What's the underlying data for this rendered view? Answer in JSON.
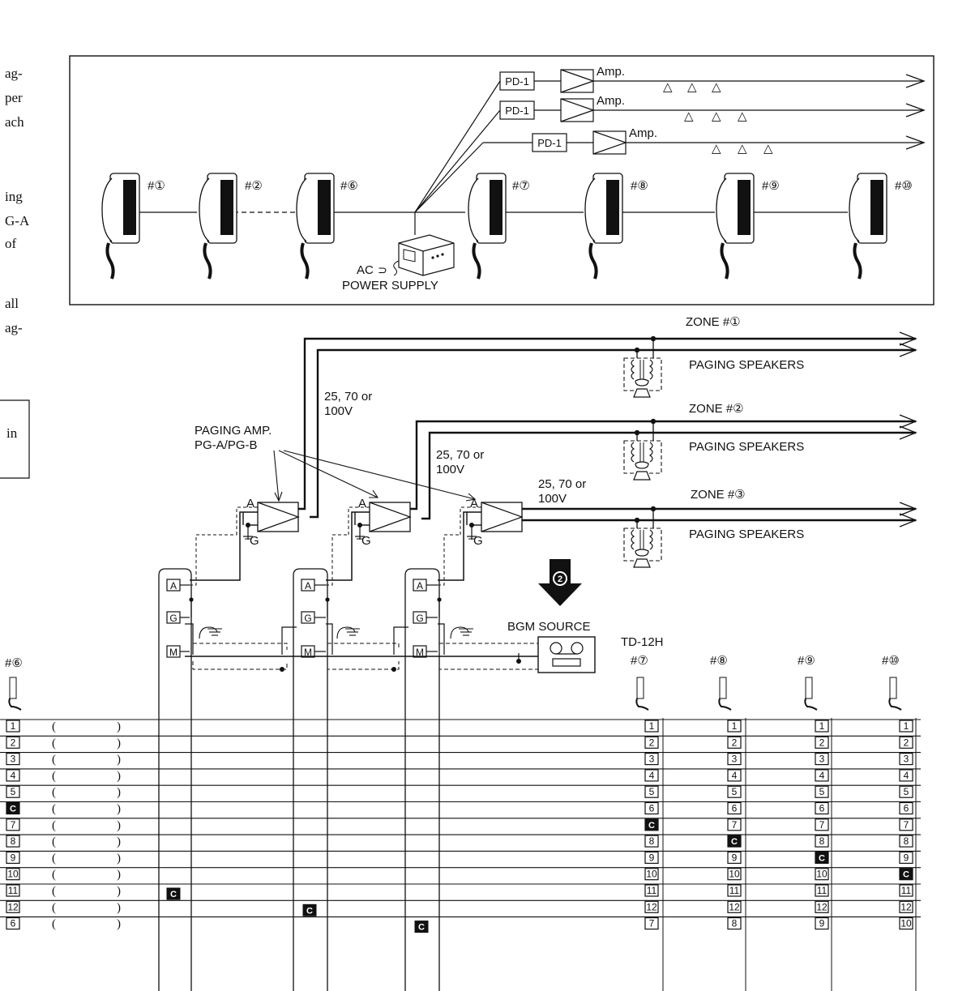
{
  "left_text": [
    "ag-",
    "per",
    "ach",
    "ing",
    "G-A",
    "of",
    "all",
    "ag-"
  ],
  "left_box_text": "in",
  "top": {
    "stations": [
      "#①",
      "#②",
      "#⑥",
      "#⑦",
      "#⑧",
      "#⑨",
      "#⑩"
    ],
    "pd": "PD-1",
    "amp": "Amp.",
    "speaker_glyph": "△",
    "power_supply_ac": "AC",
    "power_supply_label": "POWER SUPPLY"
  },
  "zones": [
    {
      "zone": "ZONE #①",
      "speakers": "PAGING SPEAKERS"
    },
    {
      "zone": "ZONE #②",
      "speakers": "PAGING SPEAKERS"
    },
    {
      "zone": "ZONE #③",
      "speakers": "PAGING SPEAKERS"
    }
  ],
  "voltage": [
    "25, 70 or",
    "100V"
  ],
  "paging_amp": [
    "PAGING AMP.",
    "PG-A/PG-B"
  ],
  "amp_terminals": {
    "a": "A",
    "g": "G"
  },
  "terminal_labels": {
    "a": "A",
    "g": "G",
    "m": "M"
  },
  "step_badge": "2",
  "bgm_source": "BGM SOURCE",
  "td_label": "TD-12H",
  "bottom_stations": [
    "#⑥",
    "#⑦",
    "#⑧",
    "#⑨",
    "#⑩"
  ],
  "common_mark": "C",
  "paren_open": "(",
  "paren_close": ")",
  "left_column": [
    "1",
    "2",
    "3",
    "4",
    "5",
    "C",
    "7",
    "8",
    "9",
    "10",
    "11",
    "12",
    "6"
  ],
  "right_columns": [
    [
      "1",
      "2",
      "3",
      "4",
      "5",
      "6",
      "C",
      "8",
      "9",
      "10",
      "11",
      "12",
      "7"
    ],
    [
      "1",
      "2",
      "3",
      "4",
      "5",
      "6",
      "7",
      "C",
      "9",
      "10",
      "11",
      "12",
      "8"
    ],
    [
      "1",
      "2",
      "3",
      "4",
      "5",
      "6",
      "7",
      "8",
      "C",
      "10",
      "11",
      "12",
      "9"
    ],
    [
      "1",
      "2",
      "3",
      "4",
      "5",
      "6",
      "7",
      "8",
      "9",
      "C",
      "11",
      "12",
      "10"
    ]
  ]
}
